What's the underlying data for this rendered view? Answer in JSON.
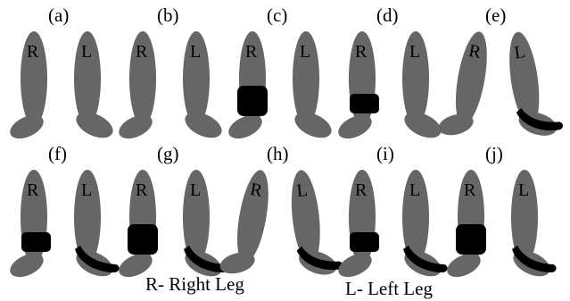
{
  "colors": {
    "leg": "#666666",
    "patch": "#000000",
    "background": "#ffffff"
  },
  "panels": [
    {
      "label": "(a)",
      "right_leg": "R",
      "left_leg": "L",
      "right_ankle_patch": false,
      "left_foot_patch": false,
      "right_leg_visible": true
    },
    {
      "label": "(b)",
      "right_leg": "R",
      "left_leg": "L",
      "right_ankle_patch": false,
      "left_foot_patch": false,
      "right_leg_visible": true
    },
    {
      "label": "(c)",
      "right_leg": "R",
      "left_leg": "L",
      "right_ankle_patch": "large",
      "left_foot_patch": false,
      "right_leg_visible": true
    },
    {
      "label": "(d)",
      "right_leg": "R",
      "left_leg": "L",
      "right_ankle_patch": "small",
      "left_foot_patch": false,
      "right_leg_visible": true
    },
    {
      "label": "(e)",
      "right_leg": "R",
      "left_leg": "L",
      "right_ankle_patch": false,
      "left_foot_patch": true,
      "right_leg_visible": true
    },
    {
      "label": "(f)",
      "right_leg": "R",
      "left_leg": "L",
      "right_ankle_patch": "small",
      "left_foot_patch": true,
      "right_leg_visible": true
    },
    {
      "label": "(g)",
      "right_leg": "R",
      "left_leg": "L",
      "right_ankle_patch": "large",
      "left_foot_patch": true,
      "right_leg_visible": true
    },
    {
      "label": "(h)",
      "right_leg": "R",
      "left_leg": "L",
      "right_ankle_patch": false,
      "left_foot_patch": true,
      "right_leg_visible": true
    },
    {
      "label": "(i)",
      "right_leg": "R",
      "left_leg": "L",
      "right_ankle_patch": "small",
      "left_foot_patch": true,
      "right_leg_visible": true
    },
    {
      "label": "(j)",
      "right_leg": "R",
      "left_leg": "L",
      "right_ankle_patch": "large",
      "left_foot_patch": true,
      "right_leg_visible": true
    }
  ],
  "legend": {
    "right": "R- Right Leg",
    "left": "L- Left Leg"
  }
}
